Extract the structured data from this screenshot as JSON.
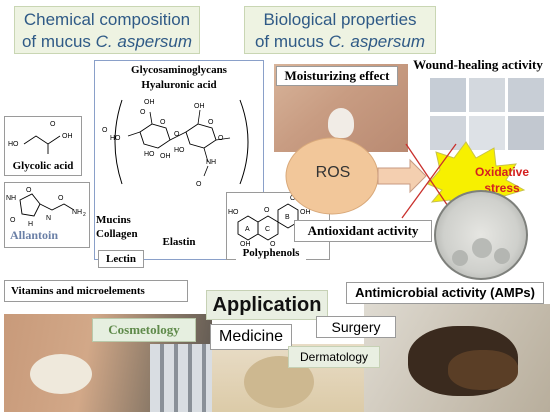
{
  "titles": {
    "left_prefix": "Chemical composition",
    "left_suffix": "of mucus ",
    "left_species": "C. aspersum",
    "right_prefix": "Biological properties",
    "right_suffix": "of mucus ",
    "right_species": "C. aspersum"
  },
  "chemistry": {
    "glycosaminoglycans": "Glycosaminoglycans",
    "hyaluronic_acid": "Hyaluronic acid",
    "glycolic_acid": "Glycolic acid",
    "allantoin": "Allantoin",
    "mucins": "Mucins",
    "collagen": "Collagen",
    "elastin": "Elastin",
    "lectin": "Lectin",
    "polyphenols": "Polyphenols",
    "vitamins": "Vitamins and microelements",
    "subscript_n": "n",
    "atoms": {
      "oh": "OH",
      "ho": "HO",
      "o": "O",
      "nh": "NH",
      "nh2": "NH",
      "two": "2",
      "h": "H",
      "n": "N",
      "ring_a": "A",
      "ring_b": "B",
      "ring_c": "C"
    }
  },
  "properties": {
    "moisturizing": "Moisturizing effect",
    "wound_healing": "Wound-healing activity",
    "ros": "ROS",
    "oxidative_stress_line1": "Oxidative",
    "oxidative_stress_line2": "stress",
    "antioxidant": "Antioxidant activity",
    "antimicrobial": "Antimicrobial activity (AMPs)"
  },
  "application": {
    "title": "Application",
    "cosmetology": "Cosmetology",
    "medicine": "Medicine",
    "surgery": "Surgery",
    "dermatology": "Dermatology"
  },
  "colors": {
    "title_text": "#2f5a86",
    "title_bg": "#eef3e2",
    "ros_fill": "#f2c79a",
    "starburst_fill": "#f7f000",
    "starburst_text": "#d42020",
    "cosmetology_text": "#5f8a4a",
    "allantoin_text": "#6a7fa6"
  }
}
